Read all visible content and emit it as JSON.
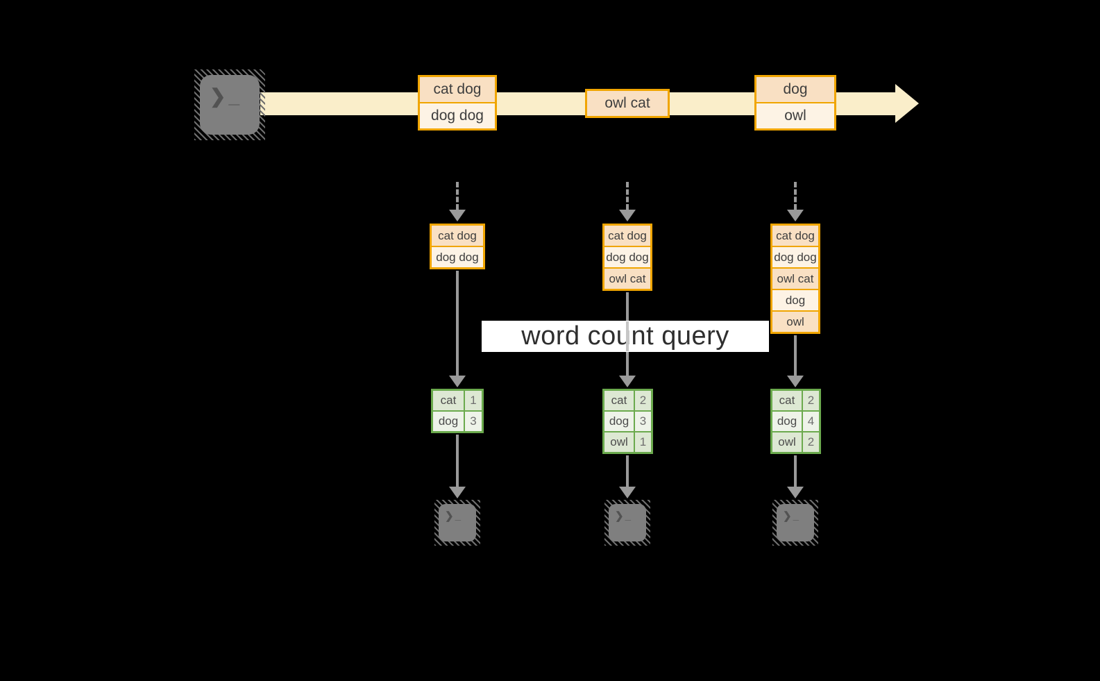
{
  "colors": {
    "background": "#000000",
    "stream_band": "#faeeca",
    "box_border": "#f0a500",
    "box_cell_dark": "#f9e0c3",
    "box_cell_light": "#fdf3e5",
    "table_border": "#6baa4d",
    "table_cell_dark": "#dde8d3",
    "table_cell_light": "#eef3e9",
    "arrow_gray": "#9a9a9a",
    "terminal_gray": "#7f7f7f",
    "query_band_bg": "#ffffff",
    "text_dark": "#3e3e3e"
  },
  "stream": {
    "batches": [
      {
        "rows": [
          "cat dog",
          "dog dog"
        ]
      },
      {
        "rows": [
          "owl cat"
        ]
      },
      {
        "rows": [
          "dog",
          "owl"
        ]
      }
    ]
  },
  "query_label": "word count query",
  "terminal_icon": {
    "prompt": "❯",
    "cursor": "_"
  },
  "columns": [
    {
      "state_rows": [
        "cat dog",
        "dog dog"
      ],
      "result_rows": [
        {
          "word": "cat",
          "count": "1"
        },
        {
          "word": "dog",
          "count": "3"
        }
      ]
    },
    {
      "state_rows": [
        "cat dog",
        "dog dog",
        "owl cat"
      ],
      "result_rows": [
        {
          "word": "cat",
          "count": "2"
        },
        {
          "word": "dog",
          "count": "3"
        },
        {
          "word": "owl",
          "count": "1"
        }
      ]
    },
    {
      "state_rows": [
        "cat dog",
        "dog dog",
        "owl cat",
        "dog",
        "owl"
      ],
      "result_rows": [
        {
          "word": "cat",
          "count": "2"
        },
        {
          "word": "dog",
          "count": "4"
        },
        {
          "word": "owl",
          "count": "2"
        }
      ]
    }
  ]
}
